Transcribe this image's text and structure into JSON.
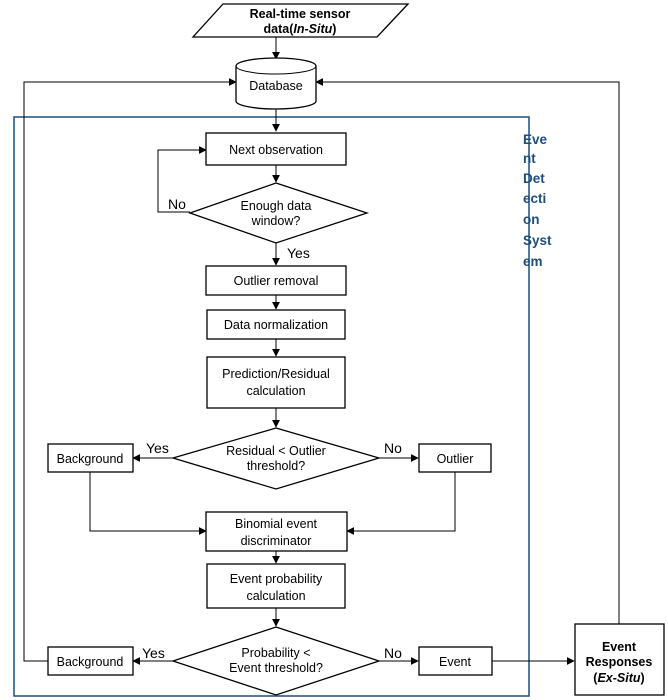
{
  "nodes": {
    "sensor": {
      "line1": "Real-time sensor",
      "line2_pre": "data(",
      "line2_em": "In-Situ",
      "line2_post": ")"
    },
    "database": {
      "label": "Database"
    },
    "next_observation": {
      "label": "Next observation"
    },
    "enough_data": {
      "line1": "Enough data",
      "line2": "window?"
    },
    "outlier_removal": {
      "label": "Outlier removal"
    },
    "normalization": {
      "label": "Data normalization"
    },
    "prediction": {
      "line1": "Prediction/Residual",
      "line2": "calculation"
    },
    "residual_check": {
      "line1": "Residual < Outlier",
      "line2": "threshold?"
    },
    "background_1": {
      "label": "Background"
    },
    "outlier": {
      "label": "Outlier"
    },
    "binomial": {
      "line1": "Binomial event",
      "line2": "discriminator"
    },
    "event_probability": {
      "line1": "Event probability",
      "line2": "calculation"
    },
    "probability_check": {
      "line1": "Probability <",
      "line2": "Event threshold?"
    },
    "background_2": {
      "label": "Background"
    },
    "event": {
      "label": "Event"
    },
    "event_responses": {
      "line1": "Event",
      "line2": "Responses",
      "line3_pre": "(",
      "line3_em": "Ex-Situ",
      "line3_post": ")"
    }
  },
  "edge_labels": {
    "no_loop": "No",
    "yes_continue": "Yes",
    "yes_background_1": "Yes",
    "no_outlier": "No",
    "yes_background_2": "Yes",
    "no_event": "No"
  },
  "system": {
    "title_lines": [
      "Eve",
      "nt",
      "Det",
      "ecti",
      "on",
      "Syst",
      "em"
    ]
  },
  "colors": {
    "system_border": "#1f4e79",
    "system_title": "#1f4e79",
    "lines": "#000000"
  }
}
